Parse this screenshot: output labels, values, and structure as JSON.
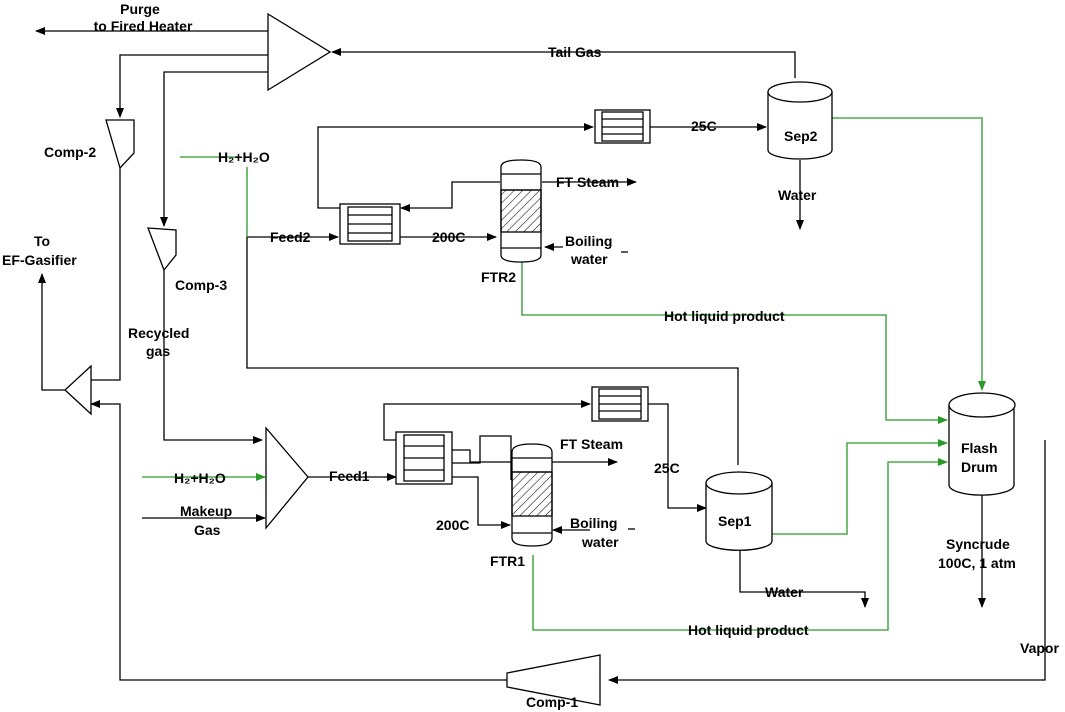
{
  "colors": {
    "line": "#000000",
    "liquid_line": "#2a9a2a",
    "background": "#ffffff"
  },
  "labels": {
    "purge_line1": "Purge",
    "purge_line2": "to Fired Heater",
    "tail_gas": "Tail Gas",
    "comp2": "Comp-2",
    "comp3": "Comp-3",
    "comp1": "Comp-1",
    "h2_h2o_top": "H₂+H₂O",
    "h2_h2o_bottom": "H₂+H₂O",
    "feed2": "Feed2",
    "feed1": "Feed1",
    "to_gasifier_line1": "To",
    "to_gasifier_line2": "EF-Gasifier",
    "recycled_line1": "Recycled",
    "recycled_line2": "gas",
    "makeup_line1": "Makeup",
    "makeup_line2": "Gas",
    "temp_25c_top": "25C",
    "temp_200c_top": "200C",
    "temp_25c_bottom": "25C",
    "temp_200c_bottom": "200C",
    "ft_steam_top": "FT Steam",
    "ft_steam_bottom": "FT Steam",
    "boiling_top_line1": "Boiling",
    "boiling_top_line2": "water",
    "boiling_bottom_line1": "Boiling",
    "boiling_bottom_line2": "water",
    "ftr2": "FTR2",
    "ftr1": "FTR1",
    "sep2": "Sep2",
    "sep1": "Sep1",
    "water_top": "Water",
    "water_bottom": "Water",
    "hot_liquid_top": "Hot liquid product",
    "hot_liquid_bottom": "Hot liquid product",
    "flash_line1": "Flash",
    "flash_line2": "Drum",
    "syncrude_line1": "Syncrude",
    "syncrude_line2": "100C, 1 atm",
    "vapor": "Vapor"
  }
}
